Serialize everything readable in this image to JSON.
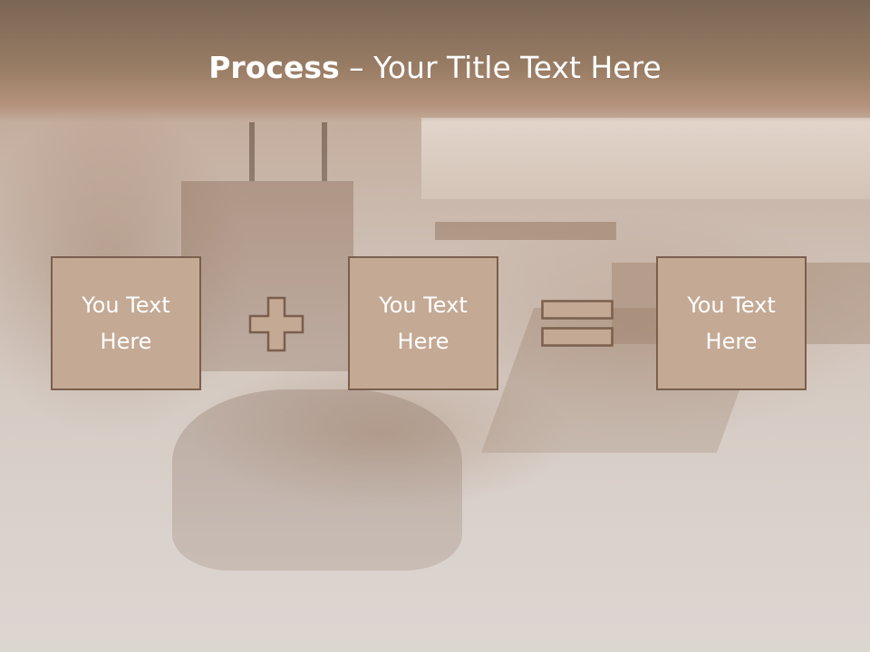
{
  "slide": {
    "title_bold": "Process",
    "title_rest": " – Your Title Text Here"
  },
  "steps": [
    {
      "label": "You Text Here"
    },
    {
      "label": "You Text Here"
    },
    {
      "label": "You Text Here"
    }
  ],
  "operators": [
    "plus-icon",
    "equals-icon"
  ],
  "colors": {
    "header": "#987c64",
    "box_fill": "#c4a994",
    "box_border": "#7a5f4c",
    "text": "#ffffff"
  }
}
